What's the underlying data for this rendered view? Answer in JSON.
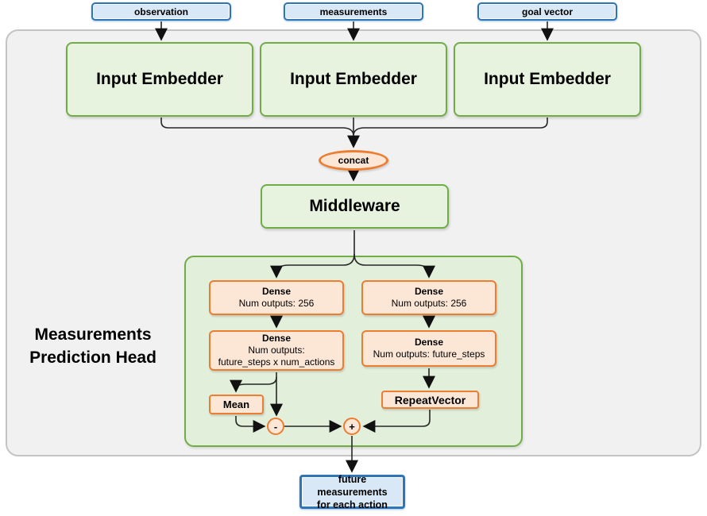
{
  "diagram": {
    "inputs": [
      {
        "label": "observation"
      },
      {
        "label": "measurements"
      },
      {
        "label": "goal vector"
      }
    ],
    "embedders": [
      {
        "label": "Input Embedder"
      },
      {
        "label": "Input Embedder"
      },
      {
        "label": "Input Embedder"
      }
    ],
    "concat_label": "concat",
    "middleware_label": "Middleware",
    "head": {
      "title_line1": "Measurements",
      "title_line2": "Prediction Head",
      "left": {
        "dense1_title": "Dense",
        "dense1_sub": "Num outputs: 256",
        "dense2_title": "Dense",
        "dense2_sub1": "Num outputs:",
        "dense2_sub2": "future_steps x num_actions",
        "mean_label": "Mean",
        "minus_label": "-"
      },
      "right": {
        "dense1_title": "Dense",
        "dense1_sub": "Num outputs: 256",
        "dense2_title": "Dense",
        "dense2_sub": "Num outputs: future_steps",
        "repeat_label": "RepeatVector",
        "plus_label": "+"
      }
    },
    "output": {
      "line1": "future measurements",
      "line2": "for each action"
    },
    "colors": {
      "green_border": "#70ad47",
      "green_fill": "#e7f2df",
      "head_container_fill": "#e2efda",
      "orange_border": "#ed7d31",
      "orange_fill": "#fce7d7",
      "blue_border": "#2e75b6",
      "blue_fill": "#d9e8f6",
      "frame_fill": "#f1f1f1",
      "frame_border": "#c4c4c4",
      "connector": "#262626"
    }
  }
}
